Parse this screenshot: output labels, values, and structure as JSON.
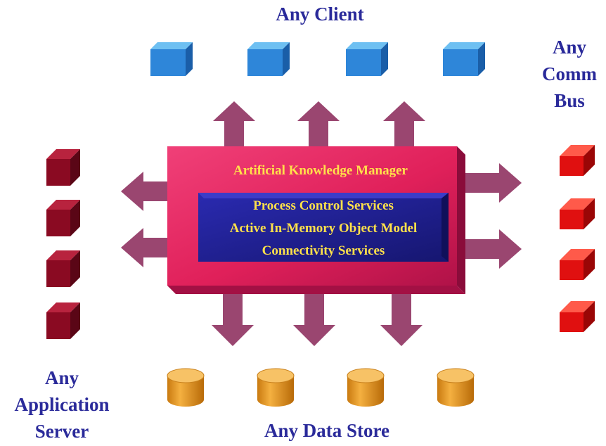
{
  "labels": {
    "client": "Any Client",
    "comm_bus": [
      "Any",
      "Comm",
      "Bus"
    ],
    "app_server": [
      "Any",
      "Application",
      "Server"
    ],
    "data_store": "Any Data Store"
  },
  "center": {
    "title": "Artificial Knowledge Manager",
    "services": [
      "Process Control Services",
      "Active In-Memory Object Model",
      "Connectivity Services"
    ]
  },
  "colors": {
    "label_text": "#2a2a9a",
    "client_box": "#2e86d9",
    "app_server_box": "#8a0a22",
    "comm_bus_box": "#e01010",
    "data_store_cylinder": "#e39c2a",
    "arrow": "#9a4670",
    "manager_box": "#e0205a",
    "services_panel": "#24249a",
    "center_text": "#ffe14a"
  }
}
